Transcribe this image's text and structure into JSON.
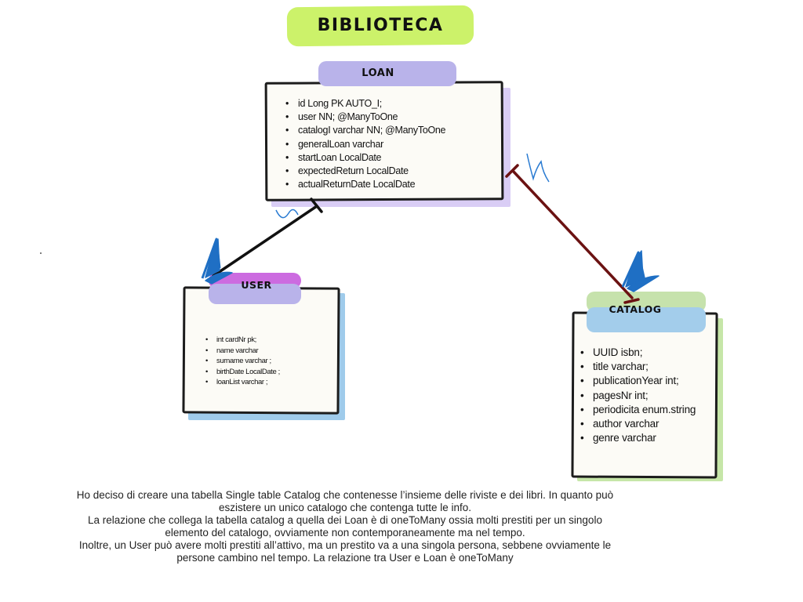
{
  "title": "BIBLIOTECA",
  "colors": {
    "title_bg": "#ccf26a",
    "loan_header": "#b9b3ea",
    "user_header_top": "#cc6be0",
    "user_header": "#b9b3ea",
    "catalog_header_top": "#c6e2ac",
    "catalog_header": "#a3cdeb",
    "loan_user_line": "#111111",
    "loan_catalog_line": "#6b1212",
    "crow_foot": "#1f6fc4"
  },
  "entities": {
    "loan": {
      "name": "LOAN",
      "fields": [
        "id Long PK AUTO_I;",
        "user NN;  @ManyToOne",
        "catalogI varchar NN; @ManyToOne",
        "generalLoan varchar",
        "startLoan LocalDate",
        "expectedReturn LocalDate",
        "actualReturnDate LocalDate"
      ]
    },
    "user": {
      "name": "USER",
      "fields": [
        "int cardNr  pk;",
        "name varchar",
        "surname varchar ;",
        "birthDate LocalDate ;",
        "loanList varchar ;"
      ]
    },
    "catalog": {
      "name": "CATALOG",
      "fields": [
        "UUID isbn;",
        "title varchar;",
        "publicationYear int;",
        "pagesNr int;",
        "periodicita enum.string",
        "author varchar",
        "genre varchar"
      ]
    }
  },
  "relations": [
    {
      "from": "user",
      "to": "loan",
      "type": "oneToMany"
    },
    {
      "from": "catalog",
      "to": "loan",
      "type": "oneToMany"
    }
  ],
  "note": [
    "Ho deciso di creare una tabella Single table Catalog che contenesse l’insieme delle riviste e dei libri. In quanto può",
    "eszistere un unico catalogo che contenga tutte le info.",
    "La relazione che collega la tabella catalog a quella dei Loan è di oneToMany ossia molti prestiti per un singolo",
    "elemento del catalogo, ovviamente non contemporaneamente ma nel tempo.",
    "Inoltre, un User può avere molti prestiti all’attivo, ma un prestito va a una singola persona, sebbene ovviamente le",
    "persone cambino nel tempo. La relazione tra User e Loan è oneToMany"
  ]
}
